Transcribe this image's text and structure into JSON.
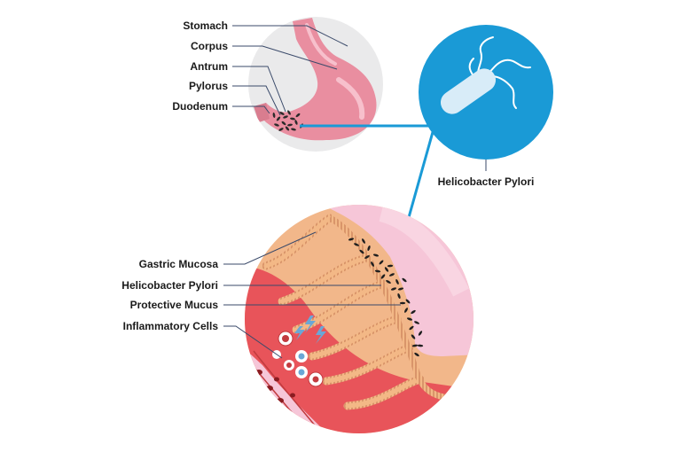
{
  "stomach_labels": [
    "Stomach",
    "Corpus",
    "Antrum",
    "Pylorus",
    "Duodenum"
  ],
  "bacterium_label": "Helicobacter Pylori",
  "tissue_labels": [
    "Gastric Mucosa",
    "Helicobacter Pylori",
    "Protective Mucus",
    "Inflammatory Cells"
  ],
  "colors": {
    "blue": "#1a9ad6",
    "stomach_pink": "#e98ea0",
    "mucosa_orange": "#f2b78a",
    "mucus_pink": "#f6c6d8",
    "tissue_red": "#e8545a",
    "outline_gray": "#e9e9ea",
    "leader_line": "#3a4a6a"
  }
}
